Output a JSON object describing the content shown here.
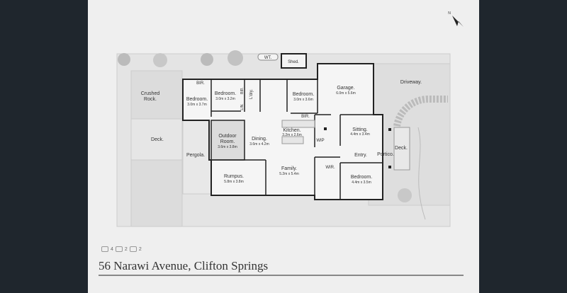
{
  "address": "56 Narawi Avenue, Clifton Springs",
  "stats": {
    "bedrooms": "4",
    "bathrooms": "2",
    "car_spaces": "2"
  },
  "outdoor": {
    "wt": "WT.",
    "shed": "Shed.",
    "crushed_rock": [
      "Crushed",
      "Rock."
    ],
    "deck_west": "Deck.",
    "pergola": "Pergola.",
    "driveway": "Driveway.",
    "deck_east": "Deck.",
    "portico": "Portico."
  },
  "rooms": {
    "bedroom_west": {
      "name": "Bedroom.",
      "dim": "3.0m x 3.7m"
    },
    "bedroom_mid": {
      "name": "Bedroom.",
      "dim": "3.0m x 3.2m"
    },
    "bedroom_east": {
      "name": "Bedroom.",
      "dim": "3.0m x 3.6m"
    },
    "bedroom_main": {
      "name": "Bedroom.",
      "dim": "4.4m x 3.5m"
    },
    "garage": {
      "name": "Garage.",
      "dim": "6.0m x 5.6m"
    },
    "sitting": {
      "name": "Sitting.",
      "dim": "4.4m x 3.4m"
    },
    "outdoor_room": {
      "name": [
        "Outdoor",
        "Room."
      ],
      "dim": "3.6m x 3.8m"
    },
    "dining": {
      "name": "Dining.",
      "dim": "3.6m x 4.2m"
    },
    "kitchen": {
      "name": "Kitchen.",
      "dim": "3.2m x 2.6m"
    },
    "family": {
      "name": "Family.",
      "dim": "5.2m x 5.4m"
    },
    "rumpus": {
      "name": "Rumpus.",
      "dim": "5.8m x 3.8m"
    },
    "entry": "Entry.",
    "wip": "WIP",
    "wir": "WIR.",
    "bir_1": "BIR.",
    "bir_2": "BIR.",
    "bir_3": "BIR.",
    "laundry": "L'dry.",
    "linen": "LIN."
  }
}
